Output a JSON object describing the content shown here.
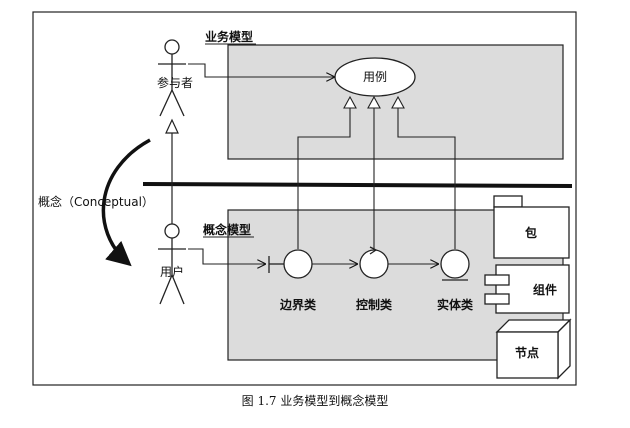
{
  "business_model": {
    "title": "业务模型",
    "actor": "参与者",
    "usecase": "用例"
  },
  "concept_model": {
    "title": "概念模型",
    "actor": "用户",
    "boundary_class": "边界类",
    "control_class": "控制类",
    "entity_class": "实体类"
  },
  "transition_label": "概念（Conceptual）",
  "legend": {
    "package": "包",
    "component": "组件",
    "node": "节点"
  },
  "caption": "图 1.7   业务模型到概念模型"
}
